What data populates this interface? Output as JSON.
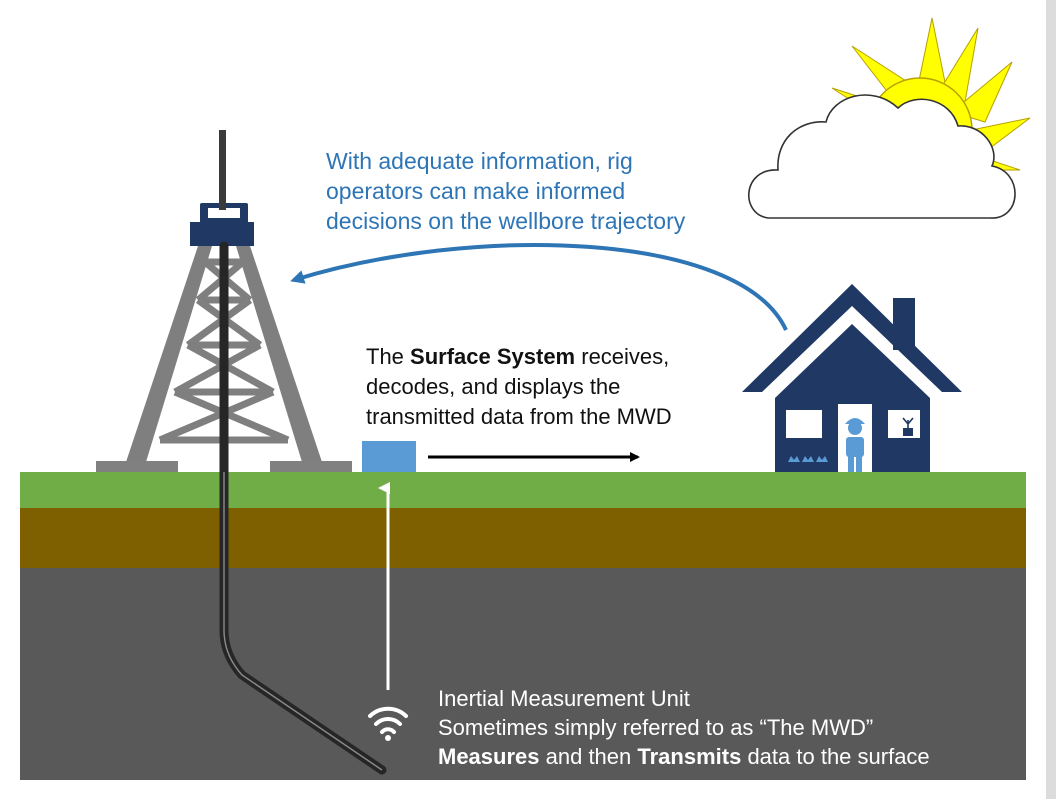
{
  "captions": {
    "decision": {
      "lines": [
        "With adequate information, rig",
        "operators can make informed",
        "decisions on the wellbore trajectory"
      ]
    },
    "surface_system": {
      "prefix": "The ",
      "bold": "Surface System",
      "suffix": " receives,",
      "line2": "decodes, and displays the",
      "line3": "transmitted data from the MWD"
    },
    "imu": {
      "title": "Inertial Measurement Unit",
      "subtitle": "Sometimes simply referred to as “The MWD”",
      "bold1": "Measures",
      "mid": " and then ",
      "bold2": "Transmits",
      "end": " data to the surface"
    }
  },
  "colors": {
    "grass": "#70ad47",
    "soil": "#7f6000",
    "rock": "#595959",
    "rig": "#808080",
    "navy": "#1f3864",
    "blue_accent": "#2e75b6",
    "surface_box": "#5b9bd5",
    "sun": "#ffff00",
    "worker": "#5b9bd5"
  },
  "icons": [
    "drilling-rig-icon",
    "house-icon",
    "worker-icon",
    "sun-icon",
    "cloud-icon",
    "wireless-signal-icon"
  ]
}
